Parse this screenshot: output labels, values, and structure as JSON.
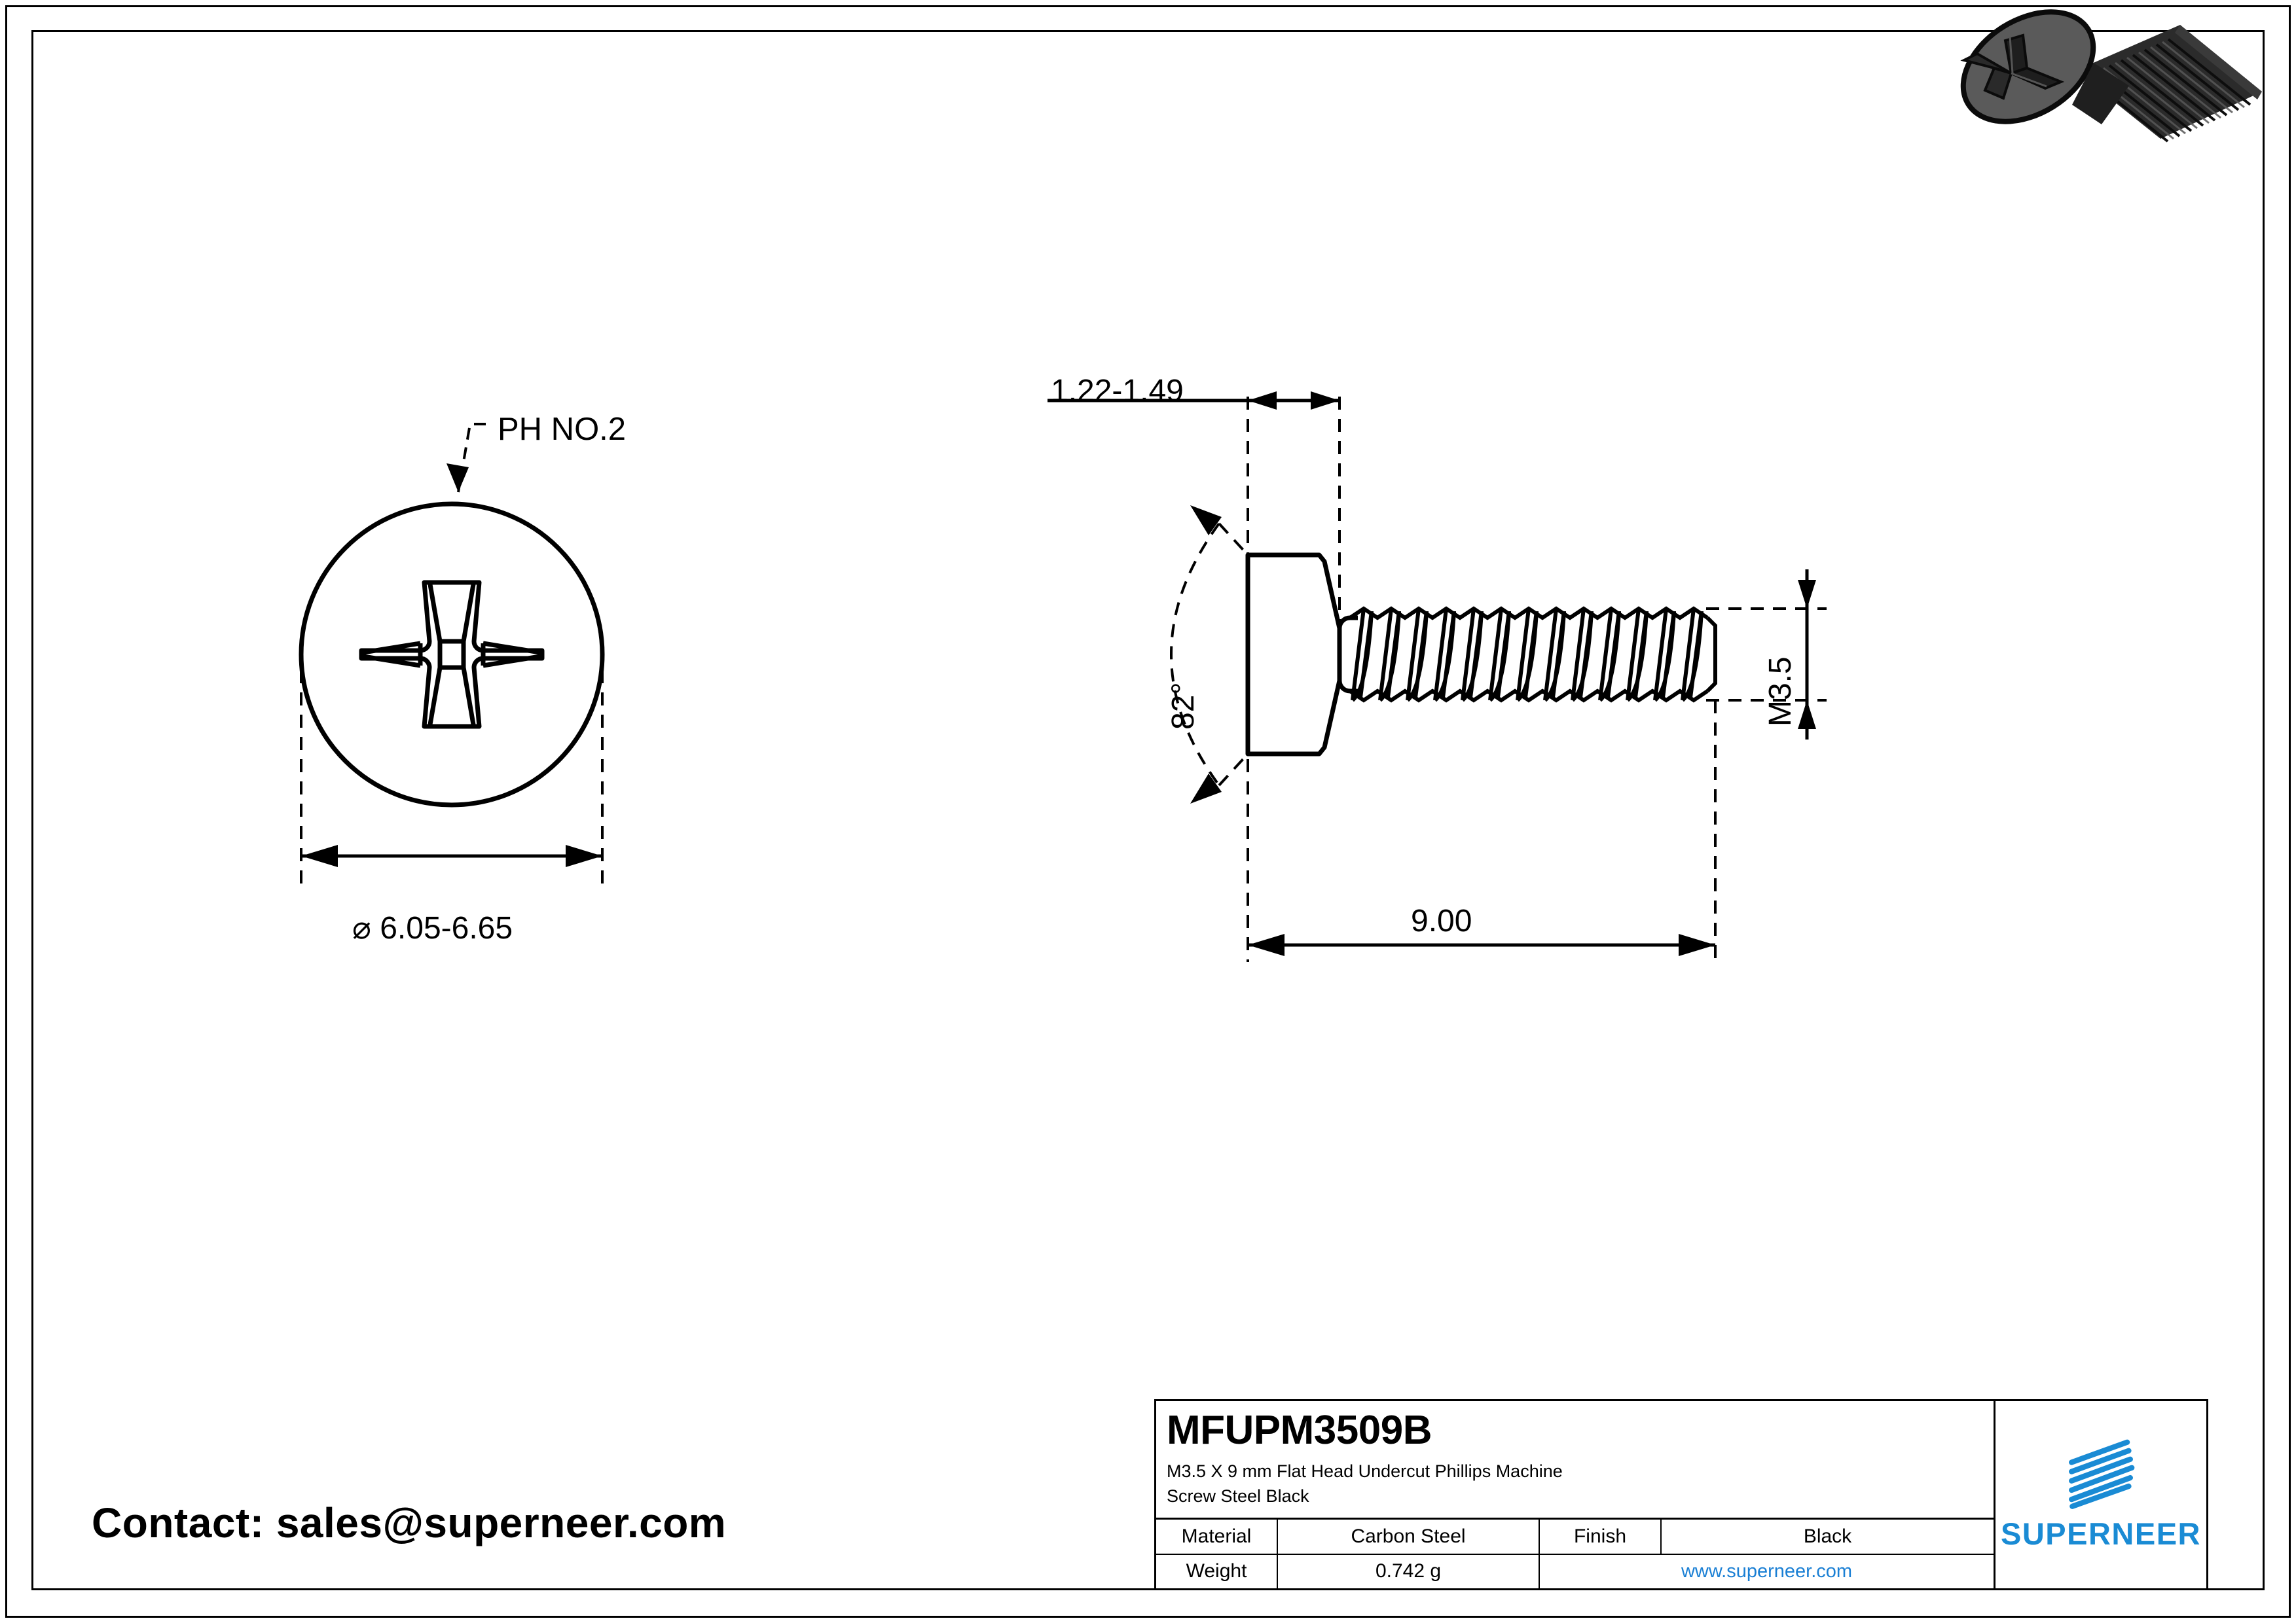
{
  "drawing": {
    "top_view": {
      "callout": "PH NO.2",
      "diameter_dimension": "⌀ 6.05-6.65"
    },
    "side_view": {
      "head_thickness": "1.22-1.49",
      "head_angle": "82°",
      "thread_size": "M3.5",
      "length": "9.00"
    }
  },
  "contact": {
    "text": "Contact: sales@superneer.com"
  },
  "title_block": {
    "part_number": "MFUPM3509B",
    "description_line1": "M3.5 X 9 mm  Flat Head Undercut Phillips Machine",
    "description_line2": "Screw Steel Black",
    "rows": [
      {
        "label": "Material",
        "value": "Carbon Steel",
        "label2": "Finish",
        "value2": "Black"
      },
      {
        "label": "Weight",
        "value": "0.742 g",
        "website": "www.superneer.com"
      }
    ],
    "brand": "SUPERNEER"
  },
  "colors": {
    "line": "#000000",
    "brand_blue": "#1a8bd4",
    "link_blue": "#1a7fd4",
    "model_light": "#4a4a4a",
    "model_dark": "#242424"
  }
}
